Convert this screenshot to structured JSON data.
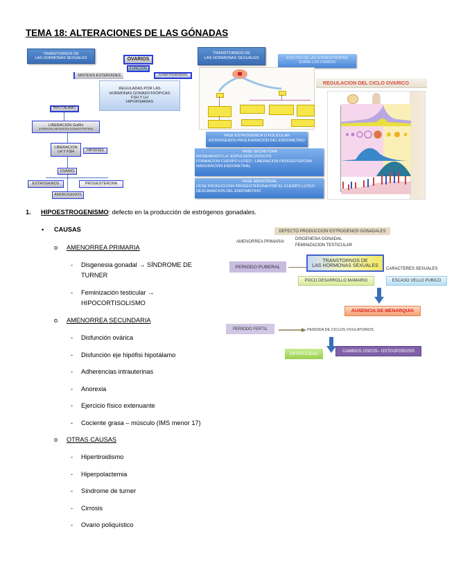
{
  "title": "TEMA 18: ALTERACIONES DE LAS GÓNADAS",
  "left_map": {
    "banner": [
      "TRANSTORNOS DE",
      "LAS HORMONAS SEXUALES"
    ],
    "ovarios": "OVARIOS",
    "funcion": "FUNCION",
    "sintesis": "SINTESIS ESTEROIDES",
    "gametogenesis": "GAMETOGENESIS",
    "reguladas": [
      "REGULADAS POR LAS",
      "HORMONAS GONADOTRÓPICAS",
      "FSH Y LH",
      "HIPOFISARIAS"
    ],
    "hipotalamo": "HIPOTALAMO",
    "liberacion_gnrh": "LIBERACION GnRH",
    "liberacion_gnrh_sub": "(HORMONA LIBERADORA GONADOTROPINA)",
    "liberacion_lh_fsh": [
      "LIBERACION",
      "LH Y FSH"
    ],
    "hipofisis": "HIPOFISIS",
    "ovario": "OVARIO",
    "estrogenos": "ESTROGENOS",
    "progesterona": "PROGESTERONA",
    "androgenos": "ANDROGENOS"
  },
  "slides": {
    "banner": [
      "TRANSTORNOS DE",
      "LAS HORMONAS SEXUALES"
    ],
    "efectos": [
      "EFECTOS DE LAS GONADOTROPINA",
      "SOBRE LOS OVARIOS"
    ],
    "regulacion_title": "REGULACION DEL CICLO OVARICO",
    "fase_estrogenica": [
      "FASE ESTROGENICA O FOLICULAR",
      "ESTROGENOS  PROLIFERACION DEL ENDOMETRIO"
    ],
    "fase_secretora": [
      "FASE SECRETORA",
      "INCREMENTO LH:  EXPULSION OVOCITO",
      "FORMACION CUERPO LUTEO : LIBERACION PROGESTERONA",
      "MADURACION ENDOMETRAL"
    ],
    "fase_menstrual": [
      "FASE MENSTRUAL",
      "CESE PRODUCCION PROGESTERONA POR EL CUERPO LUTEO",
      "DESCAMACION DEL ENDOMETRIO"
    ]
  },
  "section": {
    "number": "1.",
    "heading": "HIPOESTROGENISMO",
    "heading_rest": ": defecto en la producción de estrógenos gonadales.",
    "causas_bullet": "•",
    "causas": "CAUSAS",
    "groups": [
      {
        "marker": "o",
        "label": "AMENORREA PRIMARIA",
        "items": [
          [
            "Disgenesia gonadal → SÍNDROME DE",
            "TURNER"
          ],
          [
            "Feminización testicular →",
            "HIPOCORTISOLISMO"
          ]
        ]
      },
      {
        "marker": "o",
        "label": "AMENORREA SECUNDARIA",
        "items": [
          [
            "Disfunción ovárica"
          ],
          [
            "Disfunción eje hipófisi hipotálamo"
          ],
          [
            "Adherencias intrauterinas"
          ],
          [
            "Anorexia"
          ],
          [
            "Ejercicio físico extenuante"
          ],
          [
            "Cociente grasa – músculo (IMS menor 17)"
          ]
        ]
      },
      {
        "marker": "o",
        "label": "OTRAS CAUSAS",
        "items": [
          [
            "Hipertiroidismo"
          ],
          [
            "Hiperpolactemia"
          ],
          [
            "Síndrome de turner"
          ],
          [
            "Cirrosis"
          ],
          [
            "Ovario poliquístico"
          ]
        ]
      }
    ],
    "dash": "-"
  },
  "right_diagram": {
    "defecto": "DEFECTO PRODUCCION ESTROGENOS GONADALES",
    "amenorrea_primaria": "AMENORREA PRIMARIA",
    "disgenesia": "DISGENESIA GONADAL",
    "feminizacion": "FEMINIZACION TESTICULAR",
    "transtornos": [
      "TRANSTORNOS DE",
      "LAS HORMONAS SEXUALES"
    ],
    "periodo_puberal": "PERIODO PUBERAL",
    "caracteres": "CARACTERES SEXUALES",
    "poco_desarrollo": "POCO DESARROLLO MAMARIO",
    "escaso_vello": "ESCASO VELLO PUBICO",
    "ausencia": "AUSENCIA DE MENARQUIA",
    "periodo_fertil": "PERIODO FERTIL",
    "perdida": "PERDIDA DE CICLOS OVULATORIOS",
    "infertilidad": "INFERTILIDAD",
    "cambios": "CAMBIOS OSEOS– OSTEOPOROSIS"
  }
}
